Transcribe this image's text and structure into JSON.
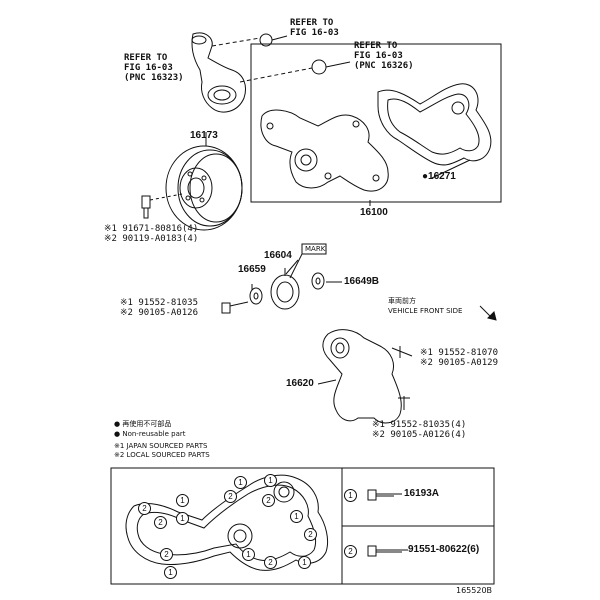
{
  "refer_1": "REFER TO\nFIG 16-03",
  "refer_2": "REFER TO\nFIG 16-03\n(PNC 16323)",
  "refer_3": "REFER TO\nFIG 16-03\n(PNC 16326)",
  "parts": {
    "p16173": "16173",
    "p16100": "16100",
    "p16271": "●16271",
    "p16604": "16604",
    "p16659": "16659",
    "p16649b": "16649B",
    "p16620": "16620",
    "p16193a": "16193A",
    "p91551": "91551-80622(6)"
  },
  "bolts": {
    "pulley": "※1 91671-80816(4)\n※2 90119-A0183(4)",
    "idler": "※1 91552-81035\n※2 90105-A0126",
    "tensioner_top": "※1 91552-81070\n※2 90105-A0129",
    "tensioner_bottom": "※1 91552-81035(4)\n※2 90105-A0126(4)"
  },
  "mark_label": "MARK",
  "vehicle_front_jp": "車両前方",
  "vehicle_front": "VEHICLE FRONT SIDE",
  "legend": {
    "jp": "● 再使用不可部品",
    "en": "● Non-reusable part",
    "japan": "※1 JAPAN SOURCED PARTS",
    "local": "※2 LOCAL SOURCED PARTS"
  },
  "callout_1": "1",
  "callout_2": "2",
  "figure_id": "165520B"
}
